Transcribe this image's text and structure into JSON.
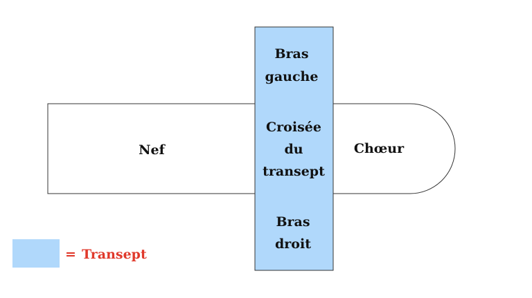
{
  "colors": {
    "transept_fill": "#b0d8fb",
    "outline": "#333333",
    "legend_text": "#e0392b",
    "label_text": "#111111"
  },
  "plan": {
    "nave_label": "Nef",
    "choir_label": "Chœur",
    "left_arm_label": [
      "Bras",
      "gauche"
    ],
    "crossing_label": [
      "Croisée",
      "du",
      "transept"
    ],
    "right_arm_label": [
      "Bras",
      "droit"
    ]
  },
  "legend": {
    "equals": "=",
    "label": "Transept"
  }
}
